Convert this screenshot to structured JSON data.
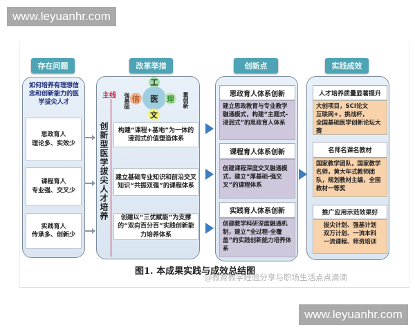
{
  "watermarks": {
    "top_left": "www.leyuanhr.com",
    "bottom_right": "www.leyuanhr.com",
    "overlay": "@教育教学经验分享与职场生活点点滴滴"
  },
  "columns": {
    "problems": {
      "header": "存在问题",
      "question": "如何培养有理想信念和创新能力的医学拔尖人才",
      "items": [
        "思政育人\n理论多、实效少",
        "课程育人\n专业强、交叉少",
        "实践育人\n传承多、创新少"
      ]
    },
    "reforms": {
      "header": "改革举措",
      "mainline": "主线",
      "vertical_title": "创新型医学拔尖人才培养",
      "left_label": "强基础",
      "right_label": "重创新",
      "center": "医",
      "petals": {
        "top": "工",
        "left": "信",
        "right": "理",
        "bottom": "文"
      },
      "items": [
        "构建“课程+基地”为一体的浸润式价值塑造体系",
        "建立基础专业知识和前沿交叉知识“共振双强”的课程体系",
        "创建以“三优赋能”为支撑的“双向百分百”实践创新能力培养体系"
      ]
    },
    "innovations": {
      "header": "创新点",
      "items": [
        {
          "title": "思政育人体系创新",
          "body": "建立思政教育与专业教学融通模式，构建“主题式-浸润式”的思政育人体系"
        },
        {
          "title": "课程育人体系创新",
          "body": "创建课程深度交叉融通模式，建立“厚基础-强交叉”的课程体系"
        },
        {
          "title": "实践育人体系创新",
          "body": "创建教学科研深度融通机制，建立“全过程-全覆盖”的实践创新能力培养体系"
        }
      ]
    },
    "results": {
      "header": "实践成效",
      "items": [
        {
          "title": "人才培养质量显著提升",
          "body": "大创项目，SCI论文\n互联网+，挑战杯，\n全国基础医学创新论坛大赛"
        },
        {
          "title": "名师名课名教材",
          "body": "国家教学团队，国家教学名师，黄大年式教师团队，规划教材主编，全国教材一等奖"
        },
        {
          "title": "推广应用示范效果好",
          "body": "拔尖计划、强基计划\n双万计划、一流本科\n一流课程、师资培训"
        }
      ]
    }
  },
  "caption": "图1. 本成果实践与成效总结图",
  "colors": {
    "header": "#4ea4b4",
    "innovation_body": "#cfc7dc",
    "result_body": "#f8d2ab",
    "arrow": "#3d7cc0",
    "mainline": "#c0203a"
  }
}
